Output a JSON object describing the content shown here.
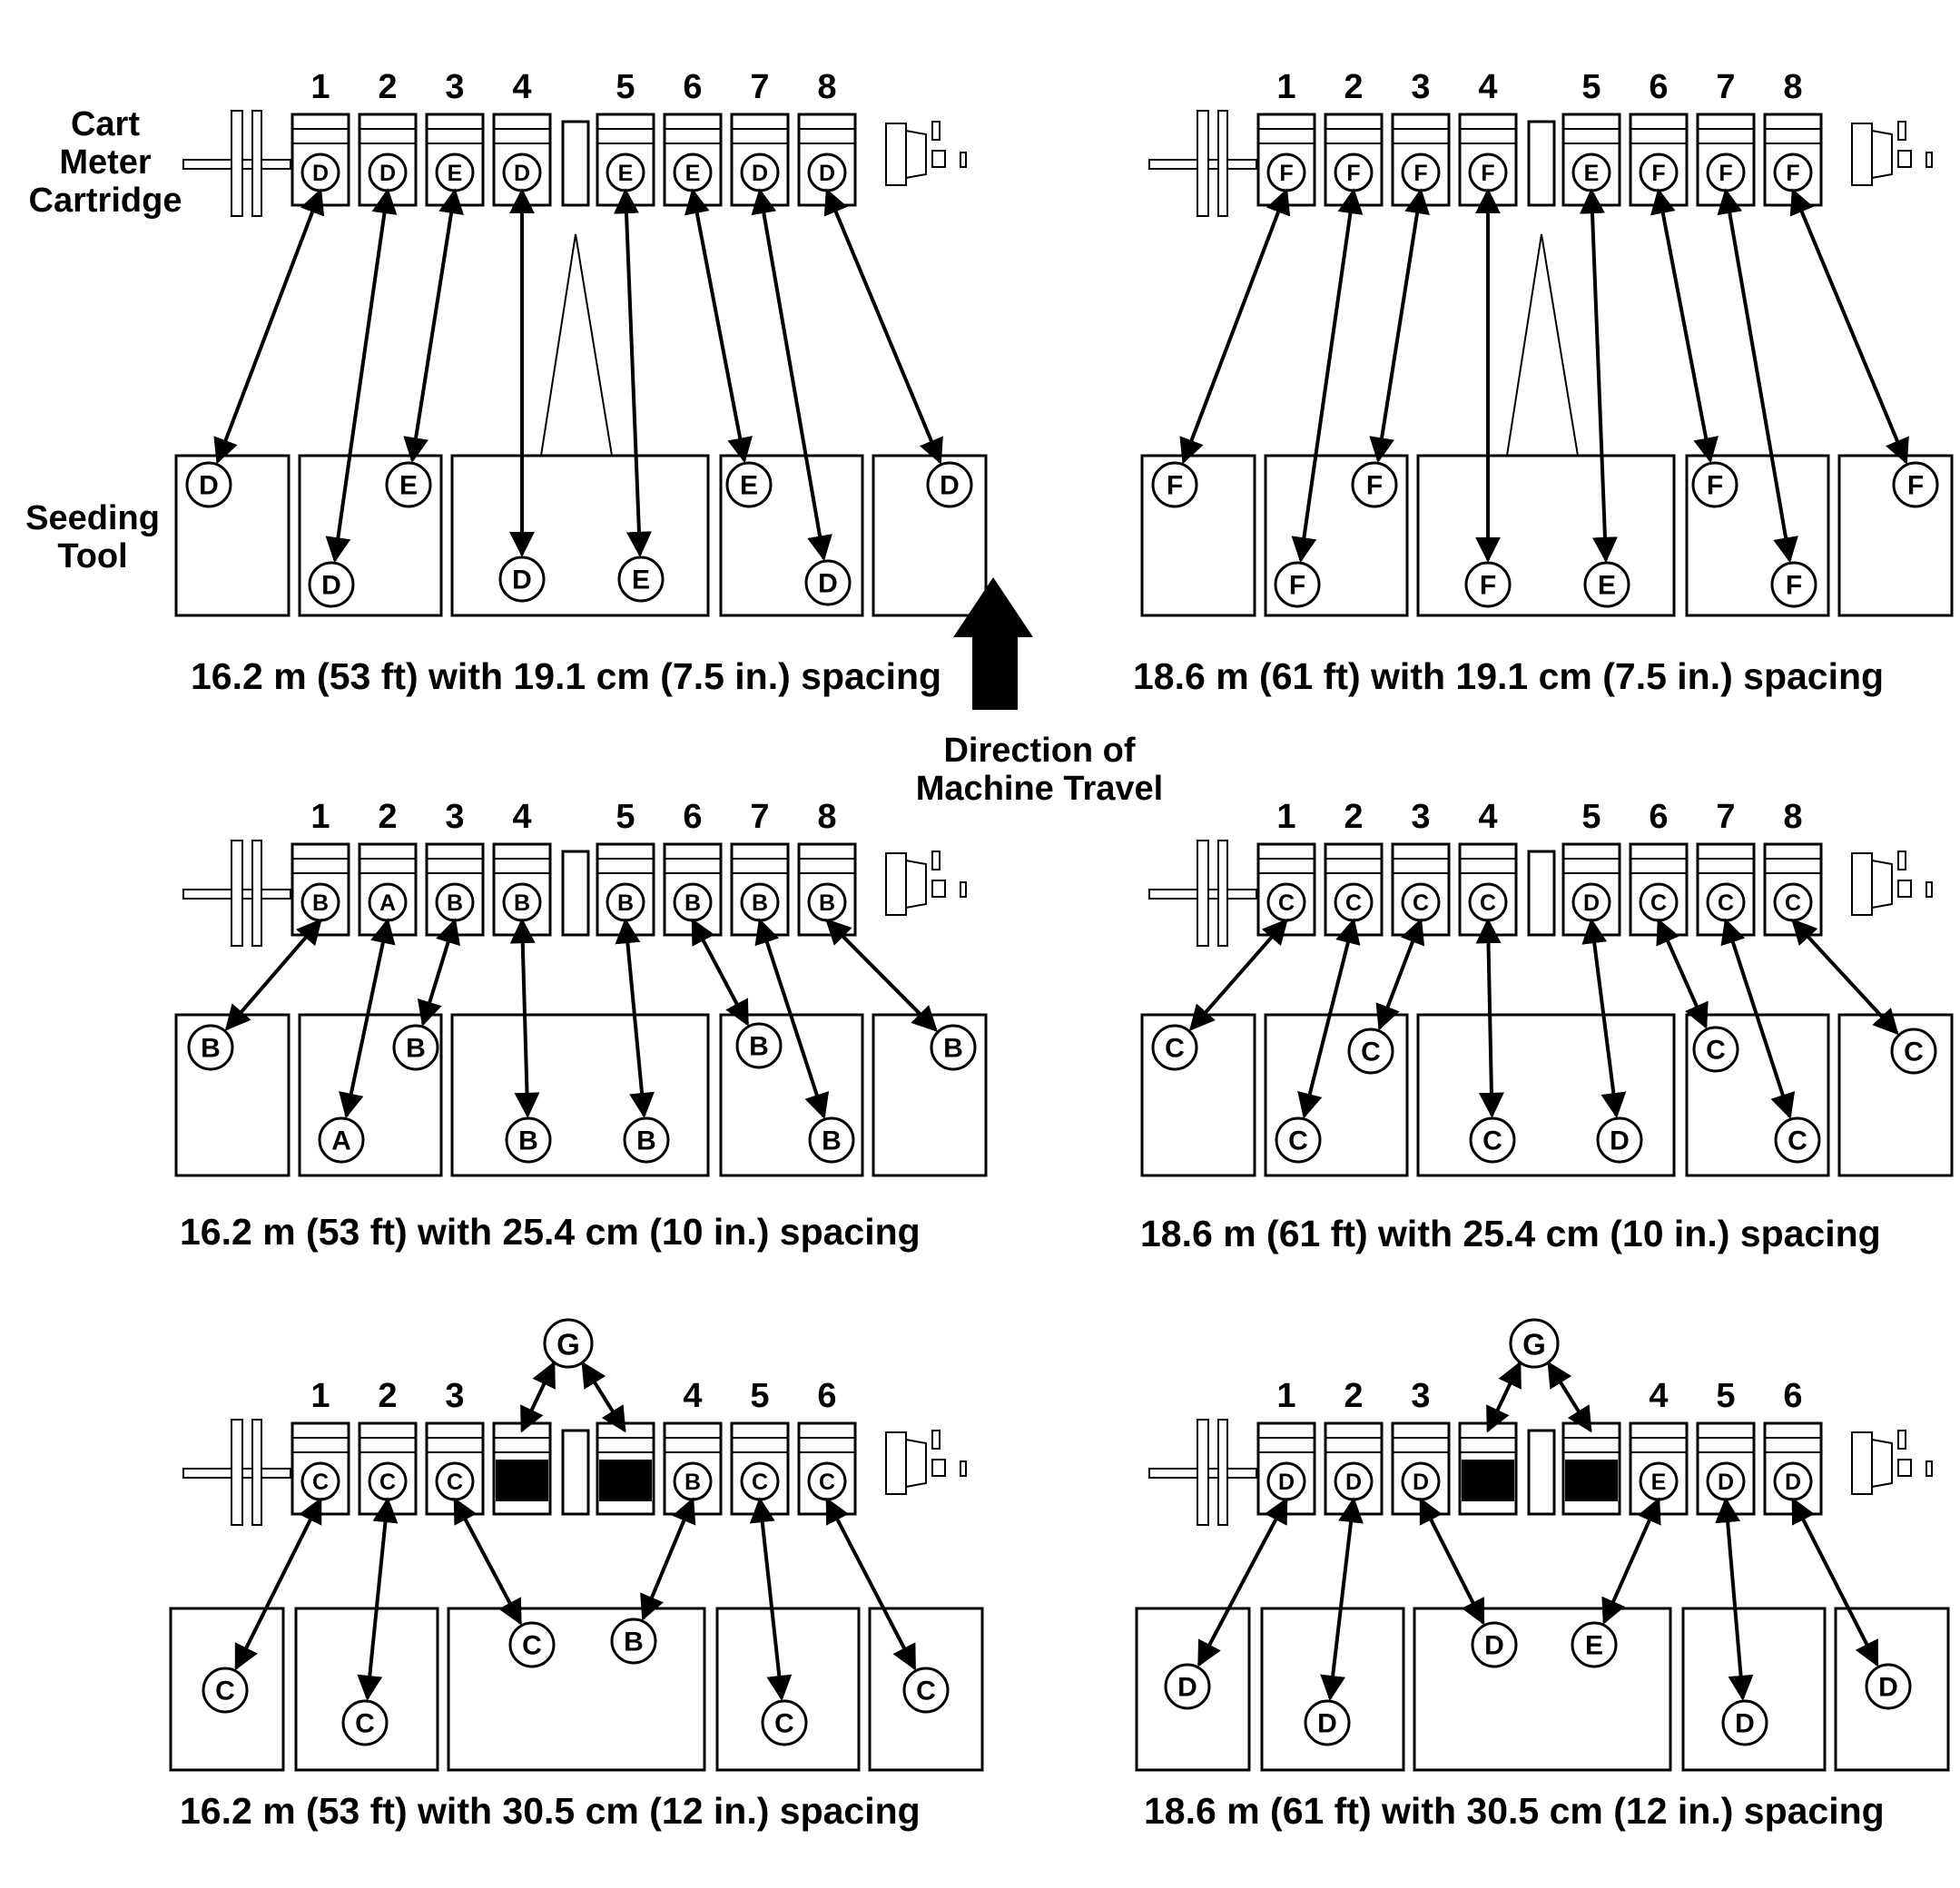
{
  "labels": {
    "cart_meter_line1": "Cart",
    "cart_meter_line2": "Meter",
    "cart_meter_line3": "Cartridge",
    "seeding_tool_line1": "Seeding",
    "seeding_tool_line2": "Tool",
    "direction_line1": "Direction of",
    "direction_line2": "Machine Travel",
    "group_marker": "G"
  },
  "panels": [
    {
      "caption": "16.2 m (53 ft) with 19.1 cm (7.5 in.) spacing",
      "cartridges": [
        {
          "number": "1",
          "letter": "D"
        },
        {
          "number": "2",
          "letter": "D"
        },
        {
          "number": "3",
          "letter": "E"
        },
        {
          "number": "4",
          "letter": "D"
        },
        {
          "number": "5",
          "letter": "E"
        },
        {
          "number": "6",
          "letter": "E"
        },
        {
          "number": "7",
          "letter": "D"
        },
        {
          "number": "8",
          "letter": "D"
        }
      ],
      "outlets": [
        "D",
        "D",
        "E",
        "D",
        "E",
        "E",
        "D",
        "D"
      ]
    },
    {
      "caption": "18.6 m (61 ft) with 19.1 cm (7.5 in.) spacing",
      "cartridges": [
        {
          "number": "1",
          "letter": "F"
        },
        {
          "number": "2",
          "letter": "F"
        },
        {
          "number": "3",
          "letter": "F"
        },
        {
          "number": "4",
          "letter": "F"
        },
        {
          "number": "5",
          "letter": "E"
        },
        {
          "number": "6",
          "letter": "F"
        },
        {
          "number": "7",
          "letter": "F"
        },
        {
          "number": "8",
          "letter": "F"
        }
      ],
      "outlets": [
        "F",
        "F",
        "F",
        "F",
        "E",
        "F",
        "F",
        "F"
      ]
    },
    {
      "caption": "16.2 m (53 ft) with 25.4 cm (10 in.) spacing",
      "cartridges": [
        {
          "number": "1",
          "letter": "B"
        },
        {
          "number": "2",
          "letter": "A"
        },
        {
          "number": "3",
          "letter": "B"
        },
        {
          "number": "4",
          "letter": "B"
        },
        {
          "number": "5",
          "letter": "B"
        },
        {
          "number": "6",
          "letter": "B"
        },
        {
          "number": "7",
          "letter": "B"
        },
        {
          "number": "8",
          "letter": "B"
        }
      ],
      "outlets": [
        "B",
        "A",
        "B",
        "B",
        "B",
        "B",
        "B",
        "B"
      ]
    },
    {
      "caption": "18.6 m (61 ft) with 25.4 cm (10 in.) spacing",
      "cartridges": [
        {
          "number": "1",
          "letter": "C"
        },
        {
          "number": "2",
          "letter": "C"
        },
        {
          "number": "3",
          "letter": "C"
        },
        {
          "number": "4",
          "letter": "C"
        },
        {
          "number": "5",
          "letter": "D"
        },
        {
          "number": "6",
          "letter": "C"
        },
        {
          "number": "7",
          "letter": "C"
        },
        {
          "number": "8",
          "letter": "C"
        }
      ],
      "outlets": [
        "C",
        "C",
        "C",
        "C",
        "D",
        "C",
        "C",
        "C"
      ]
    },
    {
      "caption": "16.2 m (53 ft) with 30.5 cm (12 in.) spacing",
      "cartridges": [
        {
          "number": "1",
          "letter": "C"
        },
        {
          "number": "2",
          "letter": "C"
        },
        {
          "number": "3",
          "letter": "C"
        },
        {
          "number": "",
          "letter": ""
        },
        {
          "number": "",
          "letter": ""
        },
        {
          "number": "4",
          "letter": "B"
        },
        {
          "number": "5",
          "letter": "C"
        },
        {
          "number": "6",
          "letter": "C"
        }
      ],
      "outlets": [
        "C",
        "C",
        "C",
        "B",
        "C",
        "C"
      ]
    },
    {
      "caption": "18.6 m (61 ft) with 30.5 cm (12 in.) spacing",
      "cartridges": [
        {
          "number": "1",
          "letter": "D"
        },
        {
          "number": "2",
          "letter": "D"
        },
        {
          "number": "3",
          "letter": "D"
        },
        {
          "number": "",
          "letter": ""
        },
        {
          "number": "",
          "letter": ""
        },
        {
          "number": "4",
          "letter": "E"
        },
        {
          "number": "5",
          "letter": "D"
        },
        {
          "number": "6",
          "letter": "D"
        }
      ],
      "outlets": [
        "D",
        "D",
        "D",
        "E",
        "D",
        "D"
      ]
    }
  ]
}
